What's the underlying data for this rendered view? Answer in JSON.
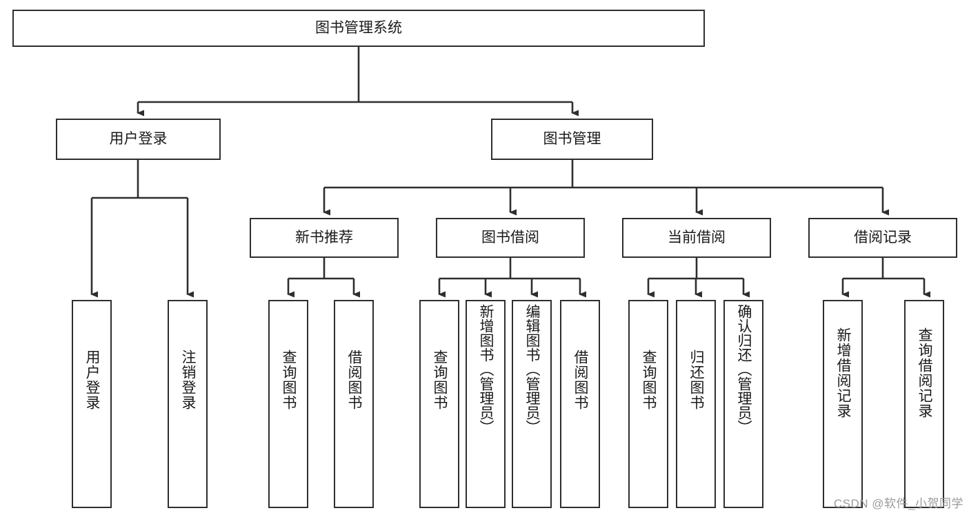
{
  "diagram": {
    "title": "图书管理系统",
    "type": "hierarchy-tree",
    "root": {
      "id": "root",
      "label": "图书管理系统",
      "orientation": "horizontal"
    },
    "level1": [
      {
        "id": "user-login",
        "label": "用户登录",
        "orientation": "horizontal"
      },
      {
        "id": "book-manage",
        "label": "图书管理",
        "orientation": "horizontal"
      }
    ],
    "level2": [
      {
        "id": "new-book-recommend",
        "label": "新书推荐",
        "parent": "book-manage",
        "orientation": "horizontal"
      },
      {
        "id": "book-borrow",
        "label": "图书借阅",
        "parent": "book-manage",
        "orientation": "horizontal"
      },
      {
        "id": "current-borrow",
        "label": "当前借阅",
        "parent": "book-manage",
        "orientation": "horizontal"
      },
      {
        "id": "borrow-record",
        "label": "借阅记录",
        "parent": "book-manage",
        "orientation": "horizontal"
      }
    ],
    "leaves": [
      {
        "id": "leaf-user-login",
        "label": "用户登录",
        "parent": "user-login",
        "orientation": "vertical"
      },
      {
        "id": "leaf-user-logout",
        "label": "注销登录",
        "parent": "user-login",
        "orientation": "vertical"
      },
      {
        "id": "leaf-query-book-1",
        "label": "查询图书",
        "parent": "new-book-recommend",
        "orientation": "vertical"
      },
      {
        "id": "leaf-borrow-book-1",
        "label": "借阅图书",
        "parent": "new-book-recommend",
        "orientation": "vertical"
      },
      {
        "id": "leaf-query-book-2",
        "label": "查询图书",
        "parent": "book-borrow",
        "orientation": "vertical"
      },
      {
        "id": "leaf-add-book",
        "label": "新增图书（管理员）",
        "parent": "book-borrow",
        "orientation": "vertical"
      },
      {
        "id": "leaf-edit-book",
        "label": "编辑图书（管理员）",
        "parent": "book-borrow",
        "orientation": "vertical"
      },
      {
        "id": "leaf-borrow-book-2",
        "label": "借阅图书",
        "parent": "book-borrow",
        "orientation": "vertical"
      },
      {
        "id": "leaf-query-book-3",
        "label": "查询图书",
        "parent": "current-borrow",
        "orientation": "vertical"
      },
      {
        "id": "leaf-return-book",
        "label": "归还图书",
        "parent": "current-borrow",
        "orientation": "vertical"
      },
      {
        "id": "leaf-confirm-return",
        "label": "确认归还（管理员）",
        "parent": "current-borrow",
        "orientation": "vertical"
      },
      {
        "id": "leaf-add-record",
        "label": "新增借阅记录",
        "parent": "borrow-record",
        "orientation": "vertical"
      },
      {
        "id": "leaf-query-record",
        "label": "查询借阅记录",
        "parent": "borrow-record",
        "orientation": "vertical"
      }
    ],
    "colors": {
      "stroke": "#2e2e2e",
      "fill": "#ffffff",
      "text": "#1a1a1a",
      "watermark": "#9a9a9a"
    }
  },
  "watermark": {
    "text": "CSDN @软件_小贺同学"
  }
}
